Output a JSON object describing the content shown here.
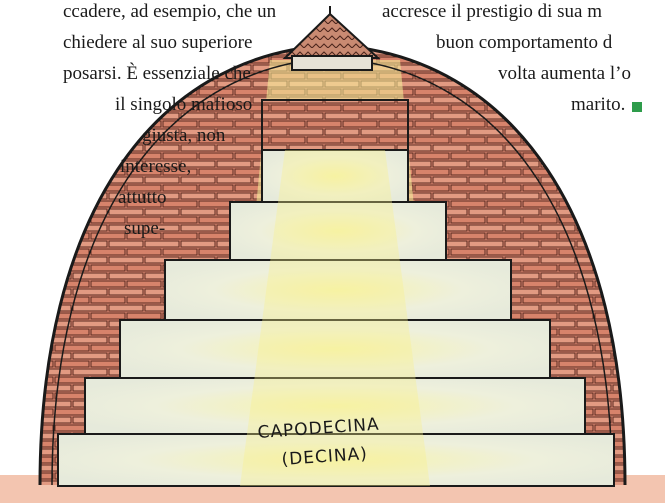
{
  "left_column": {
    "lines": [
      "ccadere, ad esempio, che un",
      "chiedere al suo superiore",
      "posarsi. È essenziale che",
      "il singolo mafioso",
      "giusta,   non",
      "interesse,",
      "attutto",
      "supe-"
    ]
  },
  "right_column": {
    "lines": [
      "accresce il prestigio di sua m",
      "buon comportamento d",
      "volta  aumenta  l’o",
      "marito."
    ]
  },
  "illustration": {
    "label_line1": "CAPODECINA",
    "label_line2": "(DECINA)"
  },
  "colors": {
    "brick": "#d9826a",
    "brick_dark": "#b6604a",
    "step_light": "#eef0e2",
    "glow": "#f6f08a",
    "end_mark": "#2e9c4b"
  }
}
